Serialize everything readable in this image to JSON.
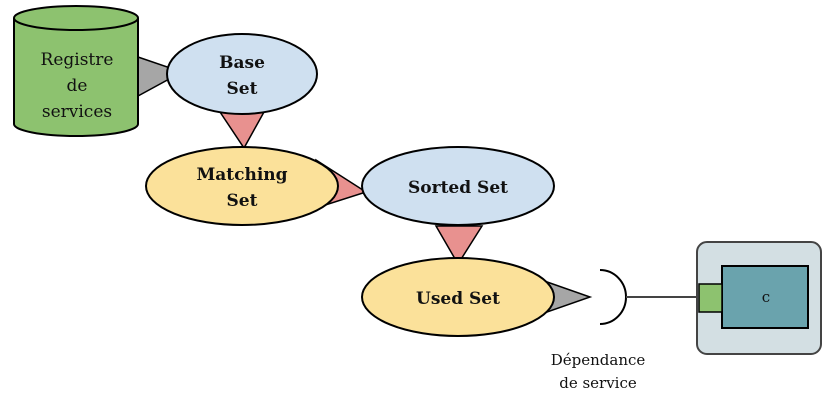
{
  "registry": {
    "line1": "Registre",
    "line2": "de",
    "line3": "services"
  },
  "sets": {
    "base": {
      "line1": "Base",
      "line2": "Set"
    },
    "matching": {
      "line1": "Matching",
      "line2": "Set"
    },
    "sorted": {
      "label": "Sorted Set"
    },
    "used": {
      "label": "Used Set"
    }
  },
  "dependency": {
    "line1": "Dépendance",
    "line2": "de service"
  },
  "component": {
    "label": "c"
  },
  "colors": {
    "registry_fill": "#8dc26f",
    "blue_set": "#cfe0f0",
    "yellow_set": "#fbe19a",
    "connector_pink": "#e8918f",
    "connector_gray": "#a6a6a6",
    "component_outer": "#d3dfe3",
    "component_inner": "#6aa3ad",
    "port_green": "#8dc26f"
  }
}
